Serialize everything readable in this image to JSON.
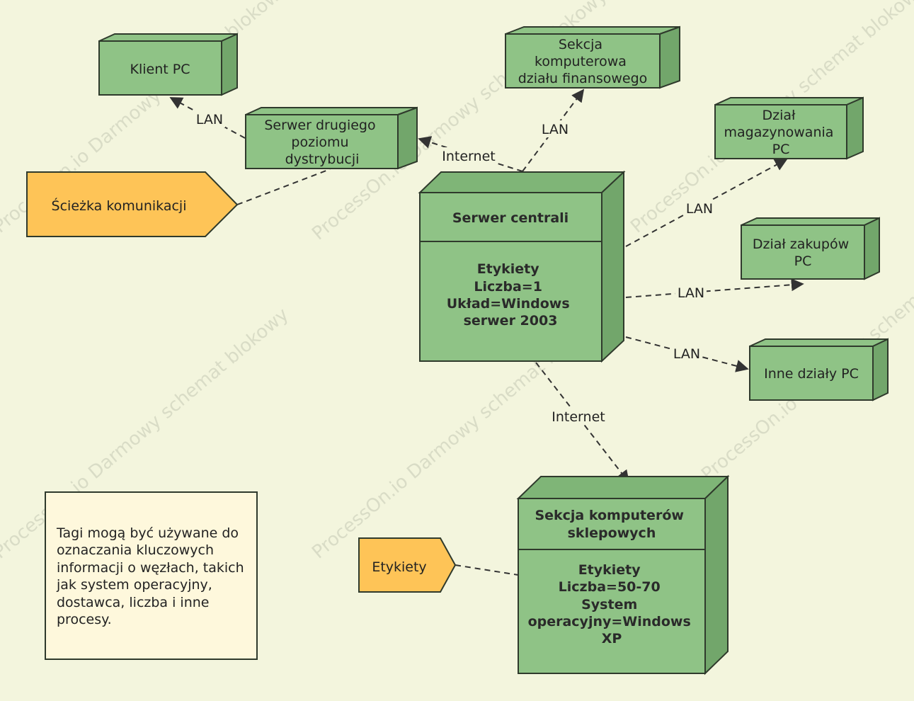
{
  "watermark": "ProcessOn.io Darmowy schemat blokowy",
  "nodes": {
    "klient_pc": [
      "Klient PC"
    ],
    "serwer_drugiego": [
      "Serwer drugiego",
      "poziomu",
      "dystrybucji"
    ],
    "sekcja_finansowa": [
      "Sekcja",
      "komputerowa",
      "działu finansowego"
    ],
    "dzial_magazynowania": [
      "Dział",
      "magazynowania",
      "PC"
    ],
    "dzial_zakupow": [
      "Dział zakupów",
      "PC"
    ],
    "inne_dzialy": [
      "Inne działy PC"
    ],
    "serwer_centrali": {
      "title": [
        "Serwer centrali"
      ],
      "body": [
        "Etykiety",
        "Liczba=1",
        "Układ=Windows",
        "serwer 2003"
      ]
    },
    "sekcja_sklepowa": {
      "title": [
        "Sekcja komputerów",
        "sklepowych"
      ],
      "body": [
        "Etykiety",
        "Liczba=50-70",
        "System",
        "operacyjny=Windows",
        "XP"
      ]
    }
  },
  "tags": {
    "sciezka": "Ścieżka komunikacji",
    "etykiety": "Etykiety"
  },
  "edge_labels": {
    "lan_klient": "LAN",
    "internet_serwer2": "Internet",
    "lan_finanse": "LAN",
    "lan_magazyn": "LAN",
    "lan_zakupy": "LAN",
    "lan_inne": "LAN",
    "internet_sklep": "Internet"
  },
  "note": [
    "Tagi mogą być używane do",
    "oznaczania kluczowych",
    "informacji o węzłach, takich",
    "jak system operacyjny,",
    "dostawca, liczba i inne",
    "procesy."
  ],
  "colors": {
    "background": "#f3f5dd",
    "node_front": "#8fc386",
    "node_side": "#72a66b",
    "node_stroke": "#2f3a2c",
    "tag_fill": "#fec457",
    "note_fill": "#fef8dc"
  }
}
